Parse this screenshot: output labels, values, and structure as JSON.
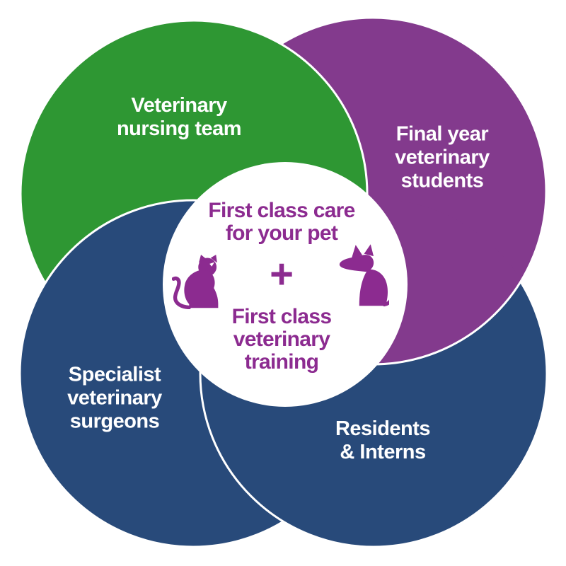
{
  "colors": {
    "green": "#2e9733",
    "purple": "#833a8d",
    "navy": "#284a7a",
    "center_text_purple": "#8c2b90",
    "label_white": "#ffffff",
    "outline_white": "#ffffff",
    "background": "#ffffff"
  },
  "circles": [
    {
      "label": "Veterinary\nnursing team",
      "color": "#2e9733"
    },
    {
      "label": "Final year\nveterinary\nstudents",
      "color": "#833a8d"
    },
    {
      "label": "Specialist\nveterinary\nsurgeons",
      "color": "#284a7a"
    },
    {
      "label": "Residents\n& Interns",
      "color": "#284a7a"
    }
  ],
  "center": {
    "top_text": "First class care\nfor your pet",
    "plus": "+",
    "bottom_text": "First class\nveterinary\ntraining",
    "icons": [
      "cat-icon",
      "dog-icon"
    ]
  }
}
